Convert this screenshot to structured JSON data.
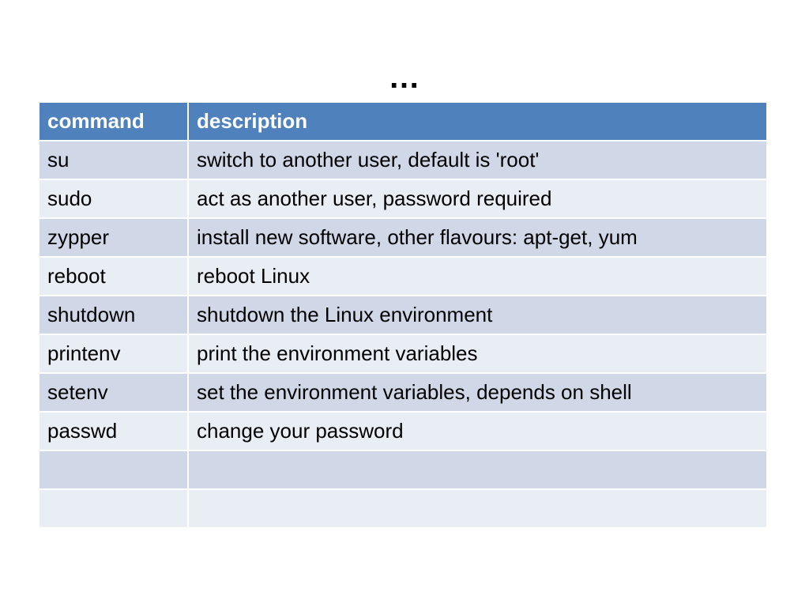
{
  "slide": {
    "title": "…"
  },
  "table": {
    "headers": [
      "command",
      "description"
    ],
    "rows": [
      [
        "su",
        "switch to another user, default is 'root'"
      ],
      [
        "sudo",
        "act as another user, password required"
      ],
      [
        "zypper",
        "install new software, other flavours:  apt-get, yum"
      ],
      [
        "reboot",
        "reboot Linux"
      ],
      [
        "shutdown",
        "shutdown the Linux environment"
      ],
      [
        "printenv",
        "print the environment variables"
      ],
      [
        "setenv",
        "set the environment variables, depends on shell"
      ],
      [
        "passwd",
        "change your password"
      ],
      [
        "",
        ""
      ],
      [
        "",
        ""
      ]
    ]
  },
  "colors": {
    "header_bg": "#4f81bd",
    "row_odd_bg": "#d0d8e8",
    "row_even_bg": "#e9edf4"
  }
}
